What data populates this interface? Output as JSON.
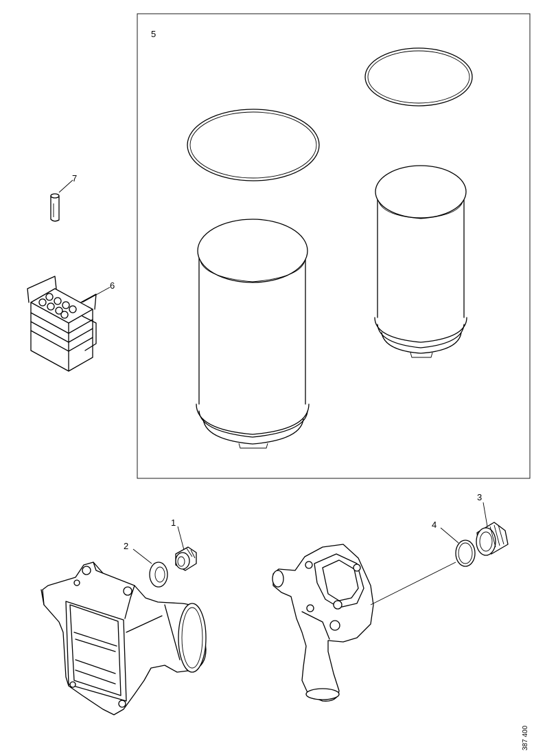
{
  "callouts": {
    "c1": "1",
    "c2": "2",
    "c3": "3",
    "c4": "4",
    "c5": "5",
    "c6": "6",
    "c7": "7"
  },
  "ref_number": "387 400"
}
